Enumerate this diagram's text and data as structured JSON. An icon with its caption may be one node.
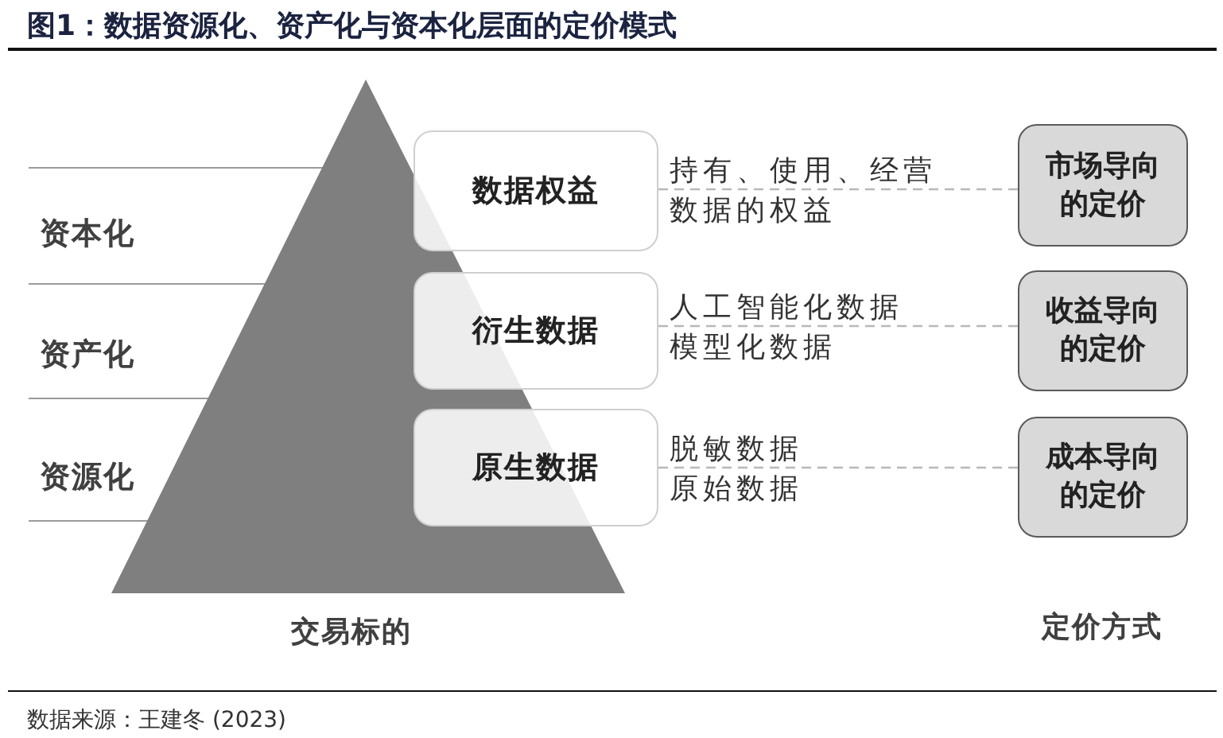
{
  "diagram": {
    "title": "图1：数据资源化、资产化与资本化层面的定价模式",
    "caption": "数据来源：王建冬 (2023)",
    "nodes": [
      {
        "text": [
          "数据权益"
        ],
        "beside": [
          "持有、使用、经营数据的权益"
        ]
      },
      {
        "text": [
          "衍生数据"
        ],
        "beside": [
          "人工智能化数据",
          "模型化数据"
        ]
      },
      {
        "text": [
          "原生数据"
        ],
        "beside": [
          "脱敏数据",
          "原始数据"
        ]
      },
      {
        "text": [
          "市场导向的定价"
        ]
      },
      {
        "text": [
          "收益导向的定价"
        ]
      },
      {
        "text": [
          "成本导向的定价"
        ]
      }
    ],
    "edges": [
      {
        "from": 0,
        "to": 3,
        "arrow": "none",
        "style": "dashed"
      },
      {
        "from": 1,
        "to": 4,
        "arrow": "none",
        "style": "dashed"
      },
      {
        "from": 2,
        "to": 5,
        "arrow": "none",
        "style": "dashed"
      }
    ],
    "labels": [
      "资本化",
      "资产化",
      "资源化",
      "交易标的",
      "定价方式"
    ]
  }
}
